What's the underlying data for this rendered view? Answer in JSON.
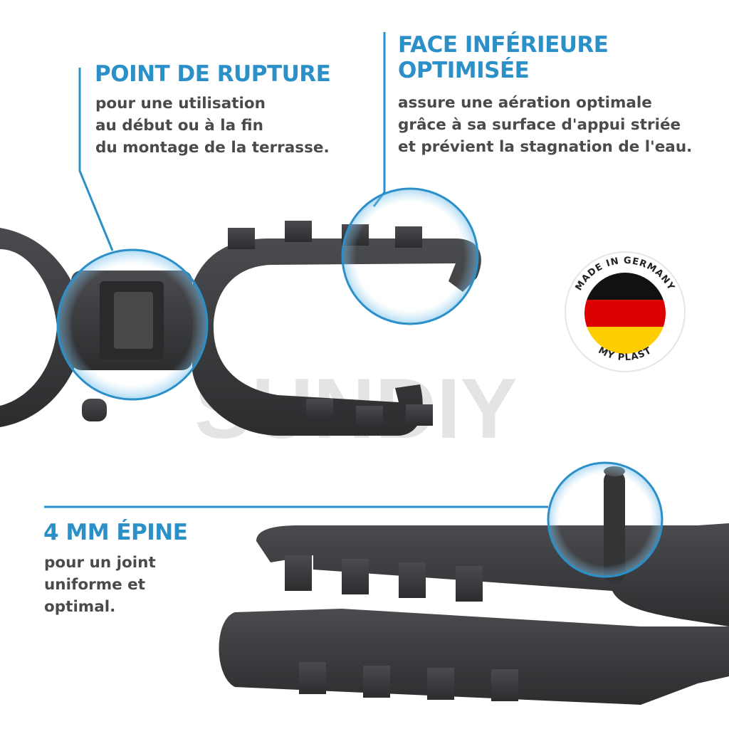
{
  "features": [
    {
      "title": "POINT DE RUPTURE",
      "lines": [
        "pour une utilisation",
        "au début ou à la fin",
        "du montage de la terrasse."
      ]
    },
    {
      "title_lines": [
        "FACE INFÉRIEURE",
        "OPTIMISÉE"
      ],
      "lines": [
        "assure une aération optimale",
        "grâce à sa surface d'appui striée",
        "et prévient la stagnation de l'eau."
      ]
    },
    {
      "title": "4 MM ÉPINE",
      "lines": [
        "pour un joint",
        "uniforme et",
        "optimal."
      ]
    }
  ],
  "badge": {
    "top_text": "MADE IN GERMANY",
    "bottom_text": "MY PLAST"
  },
  "watermark": "SUNDIY",
  "colors": {
    "accent": "#2b8fc8",
    "text": "#4a4a4a",
    "product": "#3a3b3d"
  }
}
